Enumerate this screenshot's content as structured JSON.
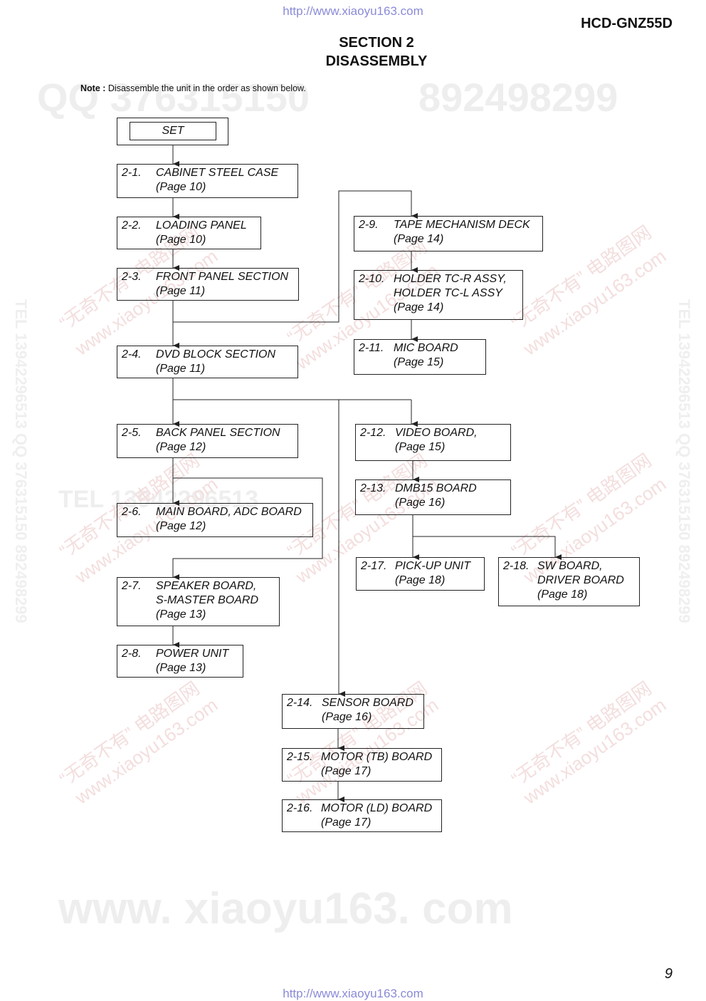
{
  "header": {
    "url_top": "http://www.xiaoyu163.com",
    "model": "HCD-GNZ55D",
    "section": "SECTION 2",
    "title": "DISASSEMBLY"
  },
  "note": {
    "label": "Note :",
    "text": "Disassemble the unit in the order as shown below."
  },
  "watermarks": {
    "qq": "QQ 376315150",
    "qq_num": "892498299",
    "tel": "TEL 13942296513",
    "site": "www. xiaoyu163. com",
    "cn": "“无奇不有” 电路图网",
    "cn_url": "www.xiaoyu163.com",
    "vertical": "TEL 13942296513  QQ 376315150  892498299"
  },
  "steps": {
    "set": {
      "label": "SET"
    },
    "s2_1": {
      "num": "2-1.",
      "l1": "CABINET STEEL CASE",
      "page": "(Page 10)"
    },
    "s2_2": {
      "num": "2-2.",
      "l1": "LOADING PANEL",
      "page": "(Page 10)"
    },
    "s2_3": {
      "num": "2-3.",
      "l1": "FRONT PANEL SECTION",
      "page": "(Page 11)"
    },
    "s2_4": {
      "num": "2-4.",
      "l1": "DVD BLOCK SECTION",
      "page": "(Page 11)"
    },
    "s2_5": {
      "num": "2-5.",
      "l1": "BACK PANEL SECTION",
      "page": "(Page 12)"
    },
    "s2_6": {
      "num": "2-6.",
      "l1": "MAIN BOARD, ADC BOARD",
      "page": "(Page 12)"
    },
    "s2_7": {
      "num": "2-7.",
      "l1": "SPEAKER BOARD,",
      "l2": "S-MASTER BOARD",
      "page": "(Page 13)"
    },
    "s2_8": {
      "num": "2-8.",
      "l1": "POWER UNIT",
      "page": "(Page 13)"
    },
    "s2_9": {
      "num": "2-9.",
      "l1": "TAPE MECHANISM DECK",
      "page": "(Page 14)"
    },
    "s2_10": {
      "num": "2-10.",
      "l1": "HOLDER TC-R ASSY,",
      "l2": "HOLDER TC-L ASSY",
      "page": "(Page 14)"
    },
    "s2_11": {
      "num": "2-11.",
      "l1": "MIC BOARD",
      "page": "(Page 15)"
    },
    "s2_12": {
      "num": "2-12.",
      "l1": "VIDEO BOARD,",
      "page": "(Page 15)"
    },
    "s2_13": {
      "num": "2-13.",
      "l1": "DMB15 BOARD",
      "page": "(Page 16)"
    },
    "s2_14": {
      "num": "2-14.",
      "l1": "SENSOR BOARD",
      "page": "(Page 16)"
    },
    "s2_15": {
      "num": "2-15.",
      "l1": "MOTOR (TB) BOARD",
      "page": "(Page 17)"
    },
    "s2_16": {
      "num": "2-16.",
      "l1": "MOTOR (LD) BOARD",
      "page": "(Page 17)"
    },
    "s2_17": {
      "num": "2-17.",
      "l1": "PICK-UP UNIT",
      "page": "(Page 18)"
    },
    "s2_18": {
      "num": "2-18.",
      "l1": "SW BOARD,",
      "l2": "DRIVER BOARD",
      "page": "(Page 18)"
    }
  },
  "footer": {
    "page_number": "9",
    "url_bottom": "http://www.xiaoyu163.com"
  }
}
